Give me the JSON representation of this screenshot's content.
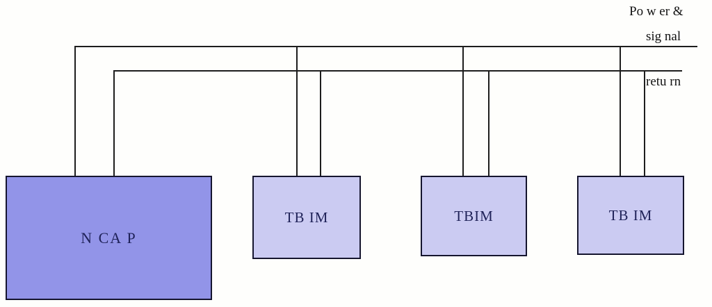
{
  "diagram": {
    "type": "block-diagram",
    "description": "NCAP node connected to three TBIM nodes by a shared two-wire bus (power & signal line plus return line)",
    "bus_labels": {
      "power_line1": "Po w er &",
      "power_line2": "sig nal",
      "return_line": "retu rn"
    },
    "nodes": {
      "ncap": {
        "label": "N CA P"
      },
      "tbims": [
        {
          "label": "TB IM"
        },
        {
          "label": "TBIM"
        },
        {
          "label": "TB IM"
        }
      ]
    },
    "connections": [
      {
        "bus": "power-signal",
        "to": "NCAP"
      },
      {
        "bus": "return",
        "to": "NCAP"
      },
      {
        "bus": "power-signal",
        "to": "TBIM-1"
      },
      {
        "bus": "return",
        "to": "TBIM-1"
      },
      {
        "bus": "power-signal",
        "to": "TBIM-2"
      },
      {
        "bus": "return",
        "to": "TBIM-2"
      },
      {
        "bus": "power-signal",
        "to": "TBIM-3"
      },
      {
        "bus": "return",
        "to": "TBIM-3"
      }
    ],
    "colors": {
      "ncap_fill": "#9294e8",
      "tbim_fill": "#cbcbf2",
      "box_border": "#15152e",
      "line_color": "#1d1d1d",
      "box_text": "#1f2258",
      "label_text": "#111111"
    }
  }
}
